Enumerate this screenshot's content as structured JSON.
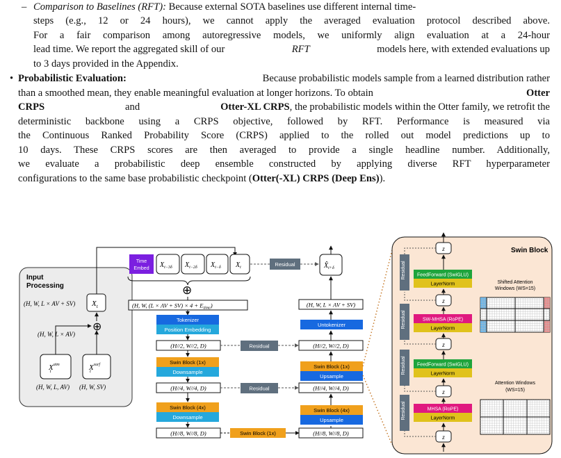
{
  "text": {
    "b1_dash": "–",
    "b1_title": "Comparison to Baselines (RFT):",
    "b1_l1": "Because external SOTA baselines use different internal time-",
    "b1_l2": "steps (e.g., 12 or 24 hours), we cannot apply the averaged evaluation protocol described above.",
    "b1_l3": "For a fair comparison among autoregressive models, we uniformly align evaluation at a 24-hour",
    "b1_l4a": "lead time. We report the aggregated skill of our",
    "b1_l4b": "RFT",
    "b1_l4c": "models here, with extended evaluations up",
    "b1_l5": "to 3 days provided in the Appendix.",
    "b2_bullet": "•",
    "b2_title": "Probabilistic Evaluation:",
    "b2_l1": "Because probabilistic models sample from a learned distribution rather",
    "b2_l2a": "than a smoothed mean, they enable meaningful evaluation at longer horizons. To obtain",
    "b2_l2b": "Otter",
    "b2_l3a": "CRPS",
    "b2_l3b": "and",
    "b2_l3c": "Otter-XL CRPS",
    "b2_l3d": ", the probabilistic models within the Otter family, we retrofit the",
    "b2_l4": "deterministic backbone using a CRPS objective, followed by RFT. Performance is measured via",
    "b2_l5": "the Continuous Ranked Probability Score (CRPS) applied to the rolled out model predictions up to",
    "b2_l6": "10 days. These CRPS scores are then averaged to provide a single headline number. Additionally,",
    "b2_l7": "we evaluate a probabilistic deep ensemble constructed by applying diverse RFT hyperparameter",
    "b2_l8a": "configurations to the same base probabilistic checkpoint (",
    "b2_l8b": "Otter(-XL) CRPS (Deep Ens)",
    "b2_l8c": ")."
  },
  "figure": {
    "input_title_1": "Input",
    "input_title_2": "Processing",
    "time_embed_1": "Time",
    "time_embed_2": "Embed",
    "x_t3d": "X",
    "x_t3d_sub": "t−3δ",
    "x_t2d": "X",
    "x_t2d_sub": "t−2δ",
    "x_td": "X",
    "x_td_sub": "t−δ",
    "x_t": "X",
    "x_t_sub": "t",
    "x_out": "X̂",
    "x_out_sub": "t+δ",
    "x_atm": "X",
    "x_atm_sub": "t",
    "x_atm_sup": "atm",
    "x_surf": "X",
    "x_surf_sub": "t",
    "x_surf_sup": "surf",
    "plus": "⊕",
    "shape_xt": "(H, W, L × AV + SV)",
    "shape_lav": "(H, W, L × AV)",
    "shape_atm": "(H, W, L, AV)",
    "shape_surf": "(H, W, SV)",
    "shape_concat": "(H, W, (L × AV + SV) × 4 + E",
    "shape_concat_sub": "time",
    "shape_concat_end": ")",
    "shape_out": "(H, W, L × AV + SV)",
    "shape_h2": "(H//2, W//2, D)",
    "shape_h4": "(H//4, W//4, D)",
    "shape_h8": "(H//8, W//8, D)",
    "residual": "Residual",
    "tokenizer": "Tokenizer",
    "pos_embed": "Position Embedding",
    "swin_1x": "Swin Block (1x)",
    "swin_4x": "Swin Block (4x)",
    "downsample": "Downsample",
    "upsample": "Upsample",
    "untokenizer": "Untokenizer",
    "swin_block_title": "Swin Block",
    "ff_swiglu": "FeedForward (SwiGLU)",
    "layernorm": "LayerNorm",
    "sw_mhsa": "SW-MHSA (RoPE)",
    "mhsa": "MHSA (RoPE)",
    "shifted_windows_1": "Shifted Attention",
    "shifted_windows_2": "Windows (WS=15)",
    "attn_windows_1": "Attention Windows",
    "attn_windows_2": "(WS=15)",
    "z": "z",
    "colors": {
      "time_embed": "#7b1fe0",
      "tokenizer": "#1769e0",
      "swin": "#f0a01c",
      "downsample": "#25a8dc",
      "upsample": "#1769e0",
      "residual": "#5f6f7e",
      "feedforward": "#1ea43c",
      "layernorm": "#e0c21c",
      "mhsa": "#e0197f",
      "swin_panel": "#fbe6d4",
      "input_panel": "#ececec"
    }
  }
}
